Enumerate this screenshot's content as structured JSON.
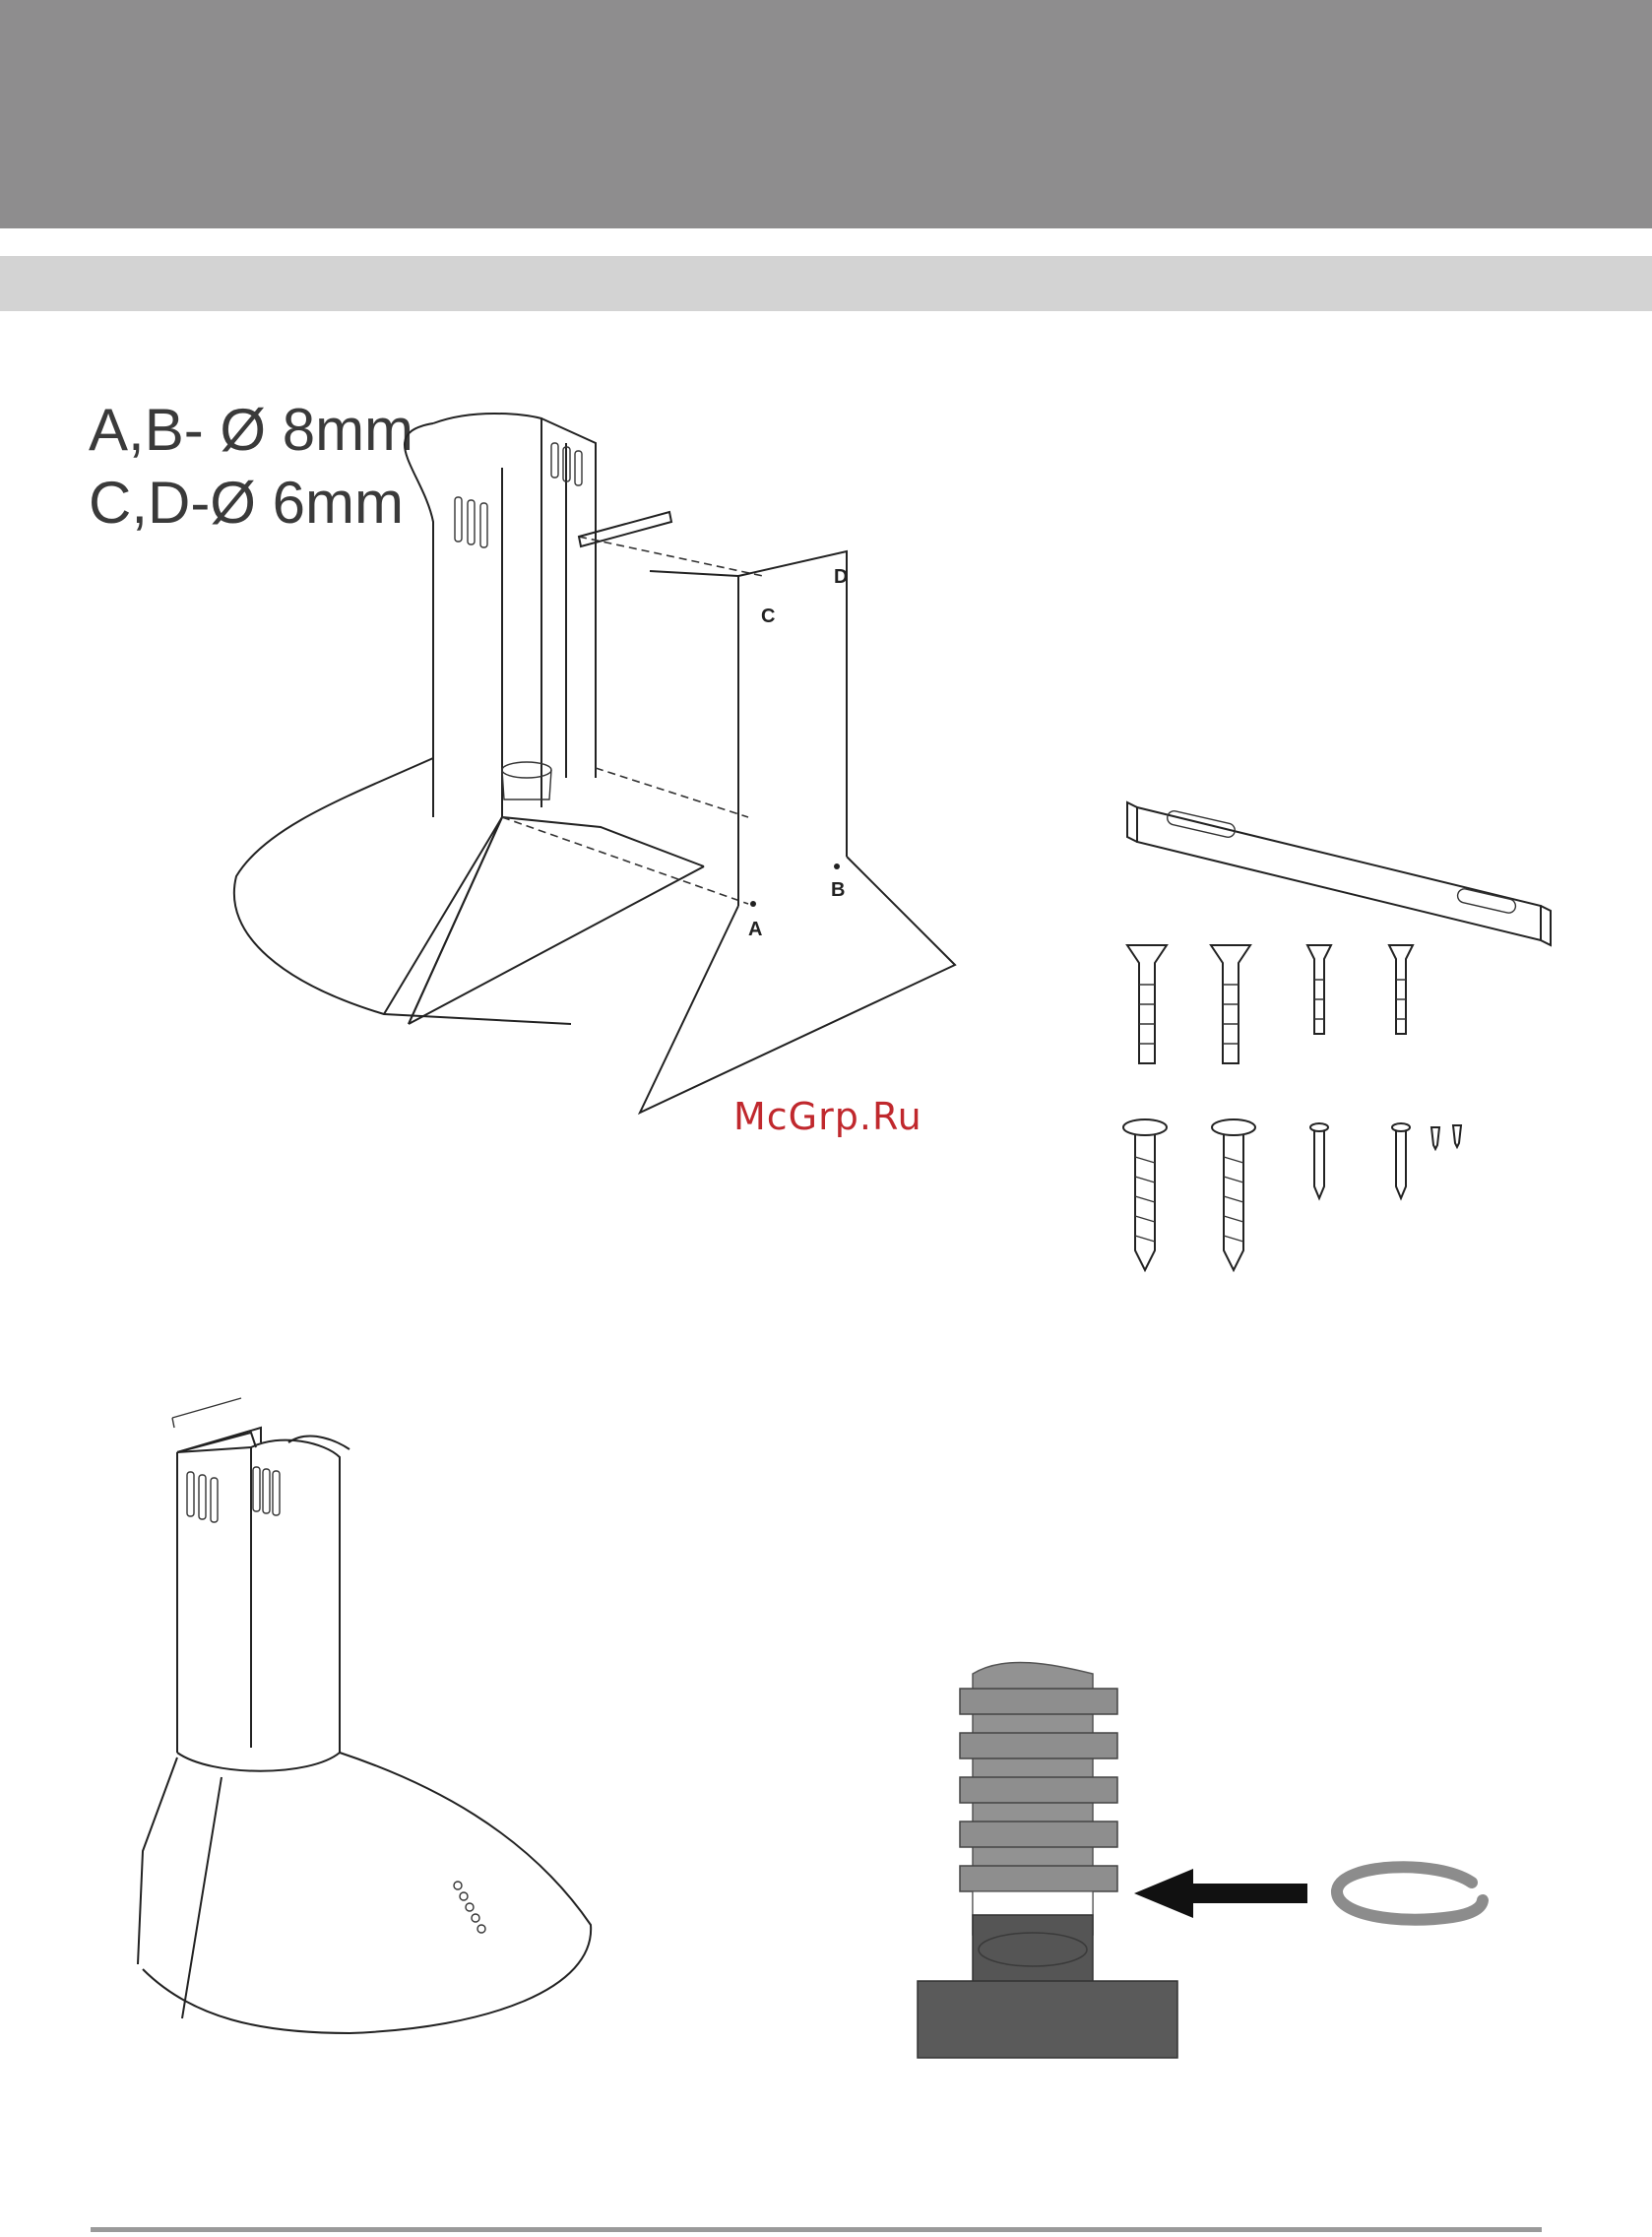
{
  "dimensions": {
    "line_ab": "A,B- Ø 8mm",
    "line_cd": "C,D-Ø  6mm"
  },
  "points": {
    "a": "A",
    "b": "B",
    "c": "C",
    "d": "D"
  },
  "watermark": "McGrp.Ru",
  "colors": {
    "header_band": "#8e8d8e",
    "sub_band": "#d3d3d3",
    "watermark": "#c0282d"
  }
}
